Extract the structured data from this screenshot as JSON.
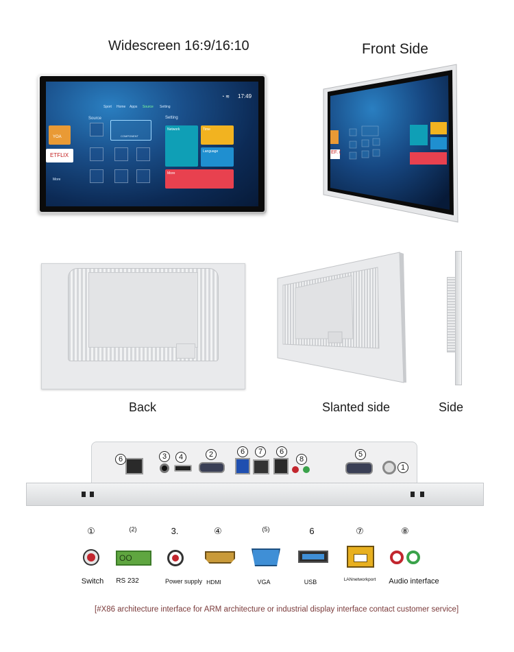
{
  "titles": {
    "widescreen": "Widescreen 16:9/16:10",
    "front_side": "Front Side"
  },
  "captions": {
    "back": "Back",
    "slanted": "Slanted side",
    "side": "Side"
  },
  "screen_ui": {
    "time": "17:49",
    "tabs": [
      "Sport",
      "Home",
      "Apps",
      "Source",
      "Setting"
    ],
    "source_heading": "Source",
    "setting_heading": "Setting",
    "component_label": "COMPONENT",
    "network_label": "Network",
    "time_label": "Time",
    "language_label": "Language",
    "more_label": "More",
    "left_more": "More",
    "app_label_1": "YOA",
    "app_label_2": "ETFLIX",
    "front_app_label": "EF. ("
  },
  "port_numbers": {
    "usb_left": "6",
    "dc": "3",
    "hdmi": "4",
    "vga": "2",
    "usb3": "6",
    "lan": "7",
    "usb2": "6",
    "audio": "8",
    "serial": "5",
    "switch": "1"
  },
  "legend": [
    {
      "num": "①",
      "label": "Switch",
      "color": "#c2262e"
    },
    {
      "num": "(2)",
      "label": "RS 232",
      "color": "#5fa640"
    },
    {
      "num": "3.",
      "label": "Power supply",
      "color": "#c2262e"
    },
    {
      "num": "④",
      "label": "HDMI",
      "color": "#c99a3a"
    },
    {
      "num": "(5)",
      "label": "VGA",
      "color": "#3f8fd6"
    },
    {
      "num": "6",
      "label": "USB",
      "color": "#3f8fd6"
    },
    {
      "num": "⑦",
      "label": "LANnetworkport",
      "color": "#e8b020"
    },
    {
      "num": "⑧",
      "label": "Audio interface",
      "color": "#c2262e"
    }
  ],
  "footer": "[#X86 architecture interface for ARM architecture or industrial display interface contact customer service]"
}
